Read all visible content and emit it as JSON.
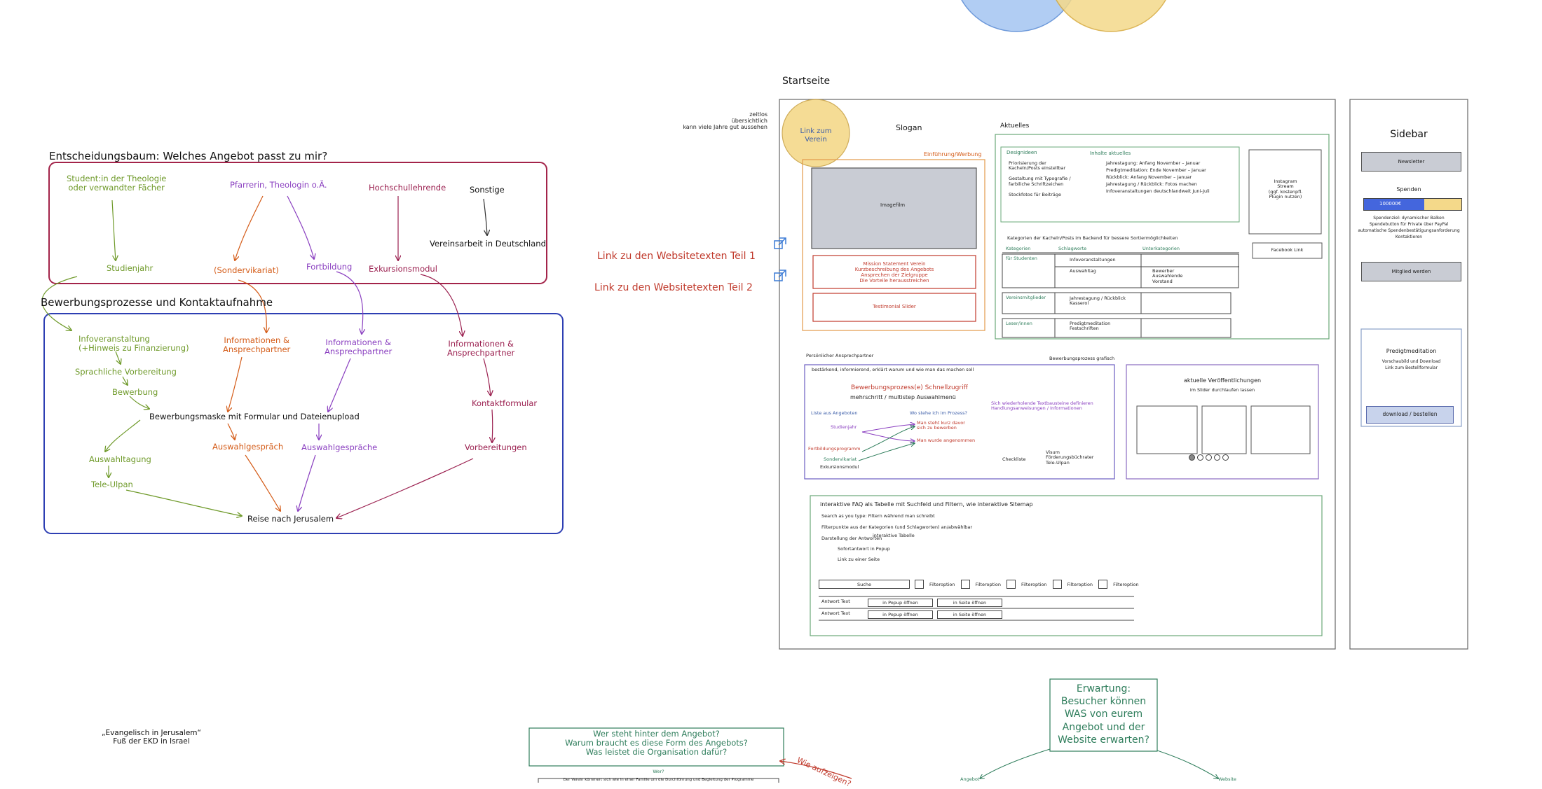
{
  "decision_tree": {
    "title": "Entscheidungsbaum: Welches Angebot passt zu mir?",
    "cats": {
      "students": "Student:in der Theologie\noder verwandter Fächer",
      "pastors": "Pfarrerin, Theologin o.Ä.",
      "teachers": "Hochschullehrende",
      "others": "Sonstige"
    },
    "results": {
      "studienjahr": "Studienjahr",
      "sondervikariat": "(Sondervikariat)",
      "fortbildung": "Fortbildung",
      "exkursionsmodul": "Exkursionsmodul",
      "vereinsarbeit": "Vereinsarbeit in Deutschland"
    }
  },
  "application": {
    "title": "Bewerbungsprozesse und Kontaktaufnahme",
    "infoveranstaltung": "Infoveranstaltung\n(+Hinweis zu Finanzierung)",
    "sprachliche": "Sprachliche Vorbereitung",
    "bewerbung": "Bewerbung",
    "info1": "Informationen &\nAnsprechpartner",
    "info2": "Informationen &\nAnsprechpartner",
    "info3": "Informationen &\nAnsprechpartner",
    "kontaktformular": "Kontaktformular",
    "bewerbungsmaske": "Bewerbungsmaske mit Formular und Dateienupload",
    "auswahlgespraech": "Auswahlgespräch",
    "auswahlgespraeche": "Auswahlgespräche",
    "vorbereitungen": "Vorbereitungen",
    "auswahltagung": "Auswahltagung",
    "teleulpan": "Tele-Ulpan",
    "reise": "Reise nach Jerusalem"
  },
  "bottom_left": {
    "line1": "„Evangelisch in Jerusalem“",
    "line2": "Fuß der EKD in Israel"
  },
  "links": {
    "link1": "Link zu den Websitetexten Teil 1",
    "link2": "Link zu den Websitetexten Teil 2"
  },
  "notes": {
    "zeitlos": "zeitlos\nübersichtlich\nkann viele Jahre gut aussehen"
  },
  "startseite": {
    "title": "Startseite",
    "vereinslink": "Link zum\nVerein",
    "slogan": "Slogan",
    "einfuehrung": "Einführung/Werbung",
    "imagefilm": "Imagefilm",
    "mission": "Mission Statement Verein\nKurzbeschreibung des Angebots\nAnsprechen der Zielgruppe\nDie Vorteile herausstreichen",
    "testimonial": "Testimonial Slider",
    "aktuelles": {
      "title": "Aktuelles",
      "designideen": "Designideen",
      "design_text": "Priorisierung der\nKacheln/Posts einstellbar\n\nGestaltung mit Typografie /\nfarbiliche Schriftzeichen\n\nStockfotos für Beiträge",
      "inhalte_title": "Inhalte aktuelles",
      "inhalte_text": "Jahrestagung: Anfang November – Januar\nPredigtmeditation: Ende November – Januar\nRückblick: Anfang November – Januar\nJahrestagung / Rückblick: Fotos machen\nInfoveranstaltungen deutschlandweit Juni-Juli",
      "instagram": "Instagram\nStream\n(ggf. kostenpfl.\nPlugin nutzen)",
      "facebook": "Facebook Link",
      "kategorien_title": "Kategorien der Kacheln/Posts im Backend für bessere Sortiermöglichkeiten",
      "col_kategorien": "Kategorien",
      "col_schlagworte": "Schlagworte",
      "col_unterkategorien": "Unterkategorien",
      "row1_cat": "für Studenten",
      "row1_a": "Infoveranstaltungen",
      "row1_b": "Auswahltag",
      "row1_c": "Bewerber\nAuswahlende\nVorstand",
      "row2_cat": "Vereinsmitglieder",
      "row2_a": "Jahrestagung / Rückblick\nKasserol",
      "row3_cat": "Leser/innen",
      "row3_a": "Predigtmeditation\nFestschriften"
    },
    "persoenlich": "Persönlicher Ansprechpartner",
    "bewerbungsprozess_grafik": "Bewerbungsprozess grafisch",
    "bp_box": {
      "intro": "bestärkend, informierend, erklärt warum und wie man das machen soll",
      "title": "Bewerbungsprozess(e) Schnellzugriff",
      "subtitle": "mehrschritt / multistep Auswahlmenü",
      "liste": "Liste aus Angeboten",
      "studienjahr": "Studienjahr",
      "fortbildungsprogramm": "Fortbildungsprogramm",
      "sondervikariat": "Sondervikariat",
      "exkursionsmodul": "Exkursionsmodul",
      "wo_stehe": "Wo stehe ich im Prozess?",
      "kurz": "Man steht kurz davor\nsich zu bewerben",
      "angenommen": "Man wurde angenommen",
      "wiederkehrende": "Sich wiederholende Textbausteine definieren\nHandlungsanweisungen / Informationen",
      "checkliste": "Checkliste",
      "visum": "Visum\nFörderungsbüchrater\nTele-Ulpan"
    },
    "veroeffentlichungen": {
      "title": "aktuelle Veröffentlichungen",
      "sub": "im Slider durchlaufen lassen"
    },
    "faq": {
      "title": "interaktive FAQ als Tabelle mit Suchfeld und Filtern, wie interaktive Sitemap",
      "l1": "Search as you type: Filtern während man schreibt",
      "l2": "Filterpunkte aus der Kategorien (und Schlagworten) an/abwählbar",
      "l3": "Darstellung der Antworten",
      "l3b": "interaktive Tabelle",
      "l4": "Sofortantwort in Popup",
      "l5": "Link zu einer Seite",
      "suche": "Suche",
      "filteroption": "Filteroption",
      "antwort": "Antwort Text",
      "popup": "in Popup öffnen",
      "seite": "in Seite öffnen"
    }
  },
  "sidebar": {
    "title": "Sidebar",
    "newsletter": "Newsletter",
    "spenden": "Spenden",
    "spenden_value": "100000€",
    "spenden_progress": 0.62,
    "spenden_text": "Spendenziel: dynamischer Balken\nSpendebutton für Private über PayPal\nautomatische Spendenbestätigungsanforderung\nKontaktieren",
    "mitglied": "Mitglied werden",
    "predigt_title": "Predigtmeditation",
    "predigt_text": "Vorschaubild und Download\nLink zum Bestellformular",
    "download": "download / bestellen"
  },
  "bottom_center": {
    "question": "Wer steht hinter dem Angebot?\nWarum braucht es diese Form des Angebots?\nWas leistet die Organisation dafür?",
    "wie_aufzeigen": "Wie aufzeigen?",
    "wer": "Wer?",
    "text": "Der Verein kümmert sich wie in einer Familie um die Durchführung und Begleitung der Programme"
  },
  "erwartung": {
    "text": "Erwartung:\nBesucher können\nWAS von eurem\nAngebot und der\nWebsite erwarten?",
    "angebot": "Angebot",
    "website": "Website"
  },
  "colors": {
    "green": "#6f9a2a",
    "purple": "#8a3fc0",
    "orange": "#d45b17",
    "crimson": "#9a1e4e",
    "red_box": "#a3244a",
    "blue_box": "#2e3fb3",
    "venn_blue": "#a9c8f2",
    "venn_yellow": "#f4d98a"
  }
}
